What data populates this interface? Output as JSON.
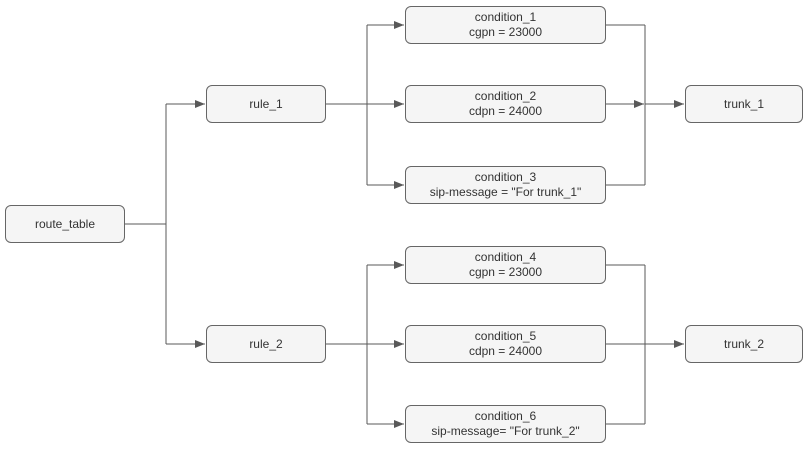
{
  "nodes": {
    "route_table": {
      "label": "route_table"
    },
    "rule_1": {
      "label": "rule_1"
    },
    "rule_2": {
      "label": "rule_2"
    },
    "condition_1": {
      "title": "condition_1",
      "attribute": "cgpn = 23000"
    },
    "condition_2": {
      "title": "condition_2",
      "attribute": "cdpn = 24000"
    },
    "condition_3": {
      "title": "condition_3",
      "attribute": "sip-message = \"For trunk_1\""
    },
    "condition_4": {
      "title": "condition_4",
      "attribute": "cgpn = 23000"
    },
    "condition_5": {
      "title": "condition_5",
      "attribute": "cdpn = 24000"
    },
    "condition_6": {
      "title": "condition_6",
      "attribute": "sip-message= \"For trunk_2\""
    },
    "trunk_1": {
      "label": "trunk_1"
    },
    "trunk_2": {
      "label": "trunk_2"
    }
  },
  "edges": [
    {
      "from": "route_table",
      "to": "rule_1"
    },
    {
      "from": "route_table",
      "to": "rule_2"
    },
    {
      "from": "rule_1",
      "to": "condition_1"
    },
    {
      "from": "rule_1",
      "to": "condition_2"
    },
    {
      "from": "rule_1",
      "to": "condition_3"
    },
    {
      "from": "condition_1",
      "to": "trunk_1"
    },
    {
      "from": "condition_2",
      "to": "trunk_1"
    },
    {
      "from": "condition_3",
      "to": "trunk_1"
    },
    {
      "from": "rule_2",
      "to": "condition_4"
    },
    {
      "from": "rule_2",
      "to": "condition_5"
    },
    {
      "from": "rule_2",
      "to": "condition_6"
    },
    {
      "from": "condition_4",
      "to": "trunk_2"
    },
    {
      "from": "condition_5",
      "to": "trunk_2"
    },
    {
      "from": "condition_6",
      "to": "trunk_2"
    }
  ],
  "colors": {
    "background": "#ffffff",
    "node_fill": "#f5f5f5",
    "node_border": "#666666",
    "connector": "#595959",
    "text": "#333333"
  }
}
